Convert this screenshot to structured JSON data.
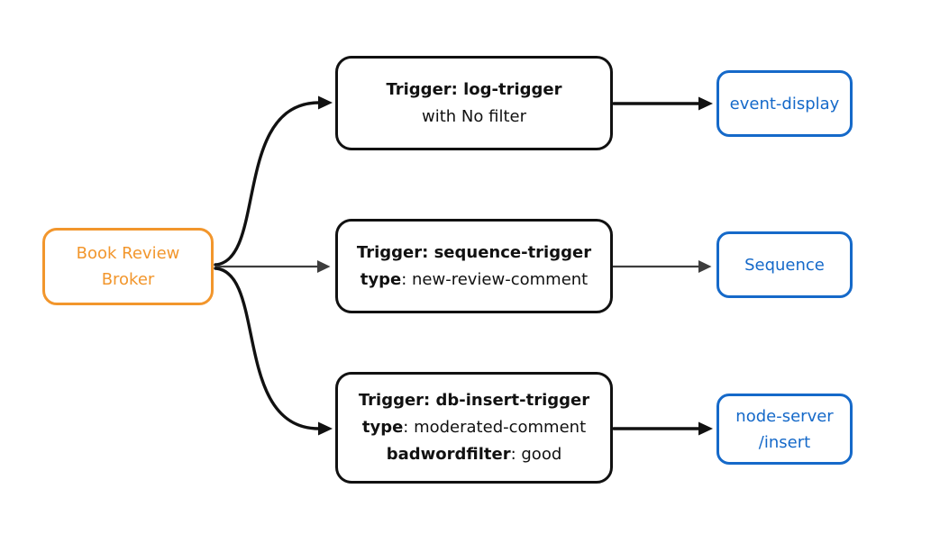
{
  "colors": {
    "orange": "#F2962C",
    "blue": "#1569C9",
    "ink": "#111111",
    "gray": "#3D3D3D",
    "bg": "#FFFFFF"
  },
  "diagram": {
    "broker": {
      "line1": "Book Review",
      "line2": "Broker"
    },
    "triggers": [
      {
        "title": "Trigger: log-trigger",
        "line2_rest": "with No filter"
      },
      {
        "title": "Trigger: sequence-trigger",
        "line2_bold": "type",
        "line2_rest": ": new-review-comment"
      },
      {
        "title": "Trigger: db-insert-trigger",
        "line2_bold": "type",
        "line2_rest": ": moderated-comment",
        "line3_bold": "badwordfilter",
        "line3_rest": ": good"
      }
    ],
    "sinks": [
      {
        "label": "event-display"
      },
      {
        "label": "Sequence"
      },
      {
        "label_line1": "node-server",
        "label_line2": "/insert"
      }
    ]
  }
}
